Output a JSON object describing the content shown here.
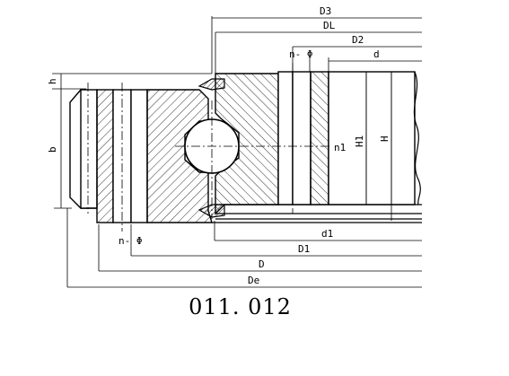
{
  "drawing": {
    "model_code": "011. 012",
    "labels": {
      "D3": "D3",
      "DL": "DL",
      "D2": "D2",
      "d": "d",
      "n_phi_top": "n- Φ",
      "n_phi_bottom": "n- Φ",
      "n1": "n1",
      "H1": "H1",
      "H": "H",
      "h": "h",
      "b": "b",
      "d1": "d1",
      "D1": "D1",
      "D": "D",
      "De": "De"
    }
  }
}
